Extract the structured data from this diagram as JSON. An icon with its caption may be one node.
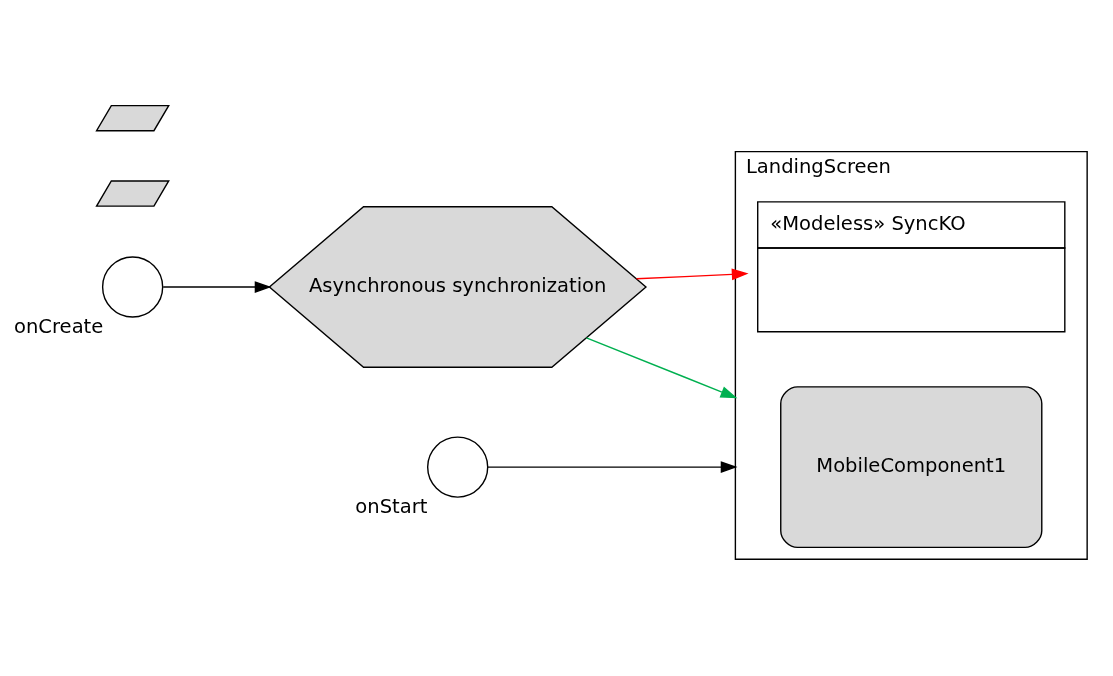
{
  "diagram": {
    "nodes": [
      {
        "text": [
          "LandingScreen"
        ]
      },
      {
        "text": [
          "MobileComponent1"
        ],
        "in": 0
      },
      {
        "text": [
          "«Modeless» SyncKO"
        ],
        "in": 0
      },
      {
        "text": [],
        "shape": "circle",
        "beside": [
          "onCreate"
        ]
      },
      {
        "text": [],
        "shape": "parallelogram"
      },
      {
        "text": [
          "Asynchronous synchronization"
        ]
      },
      {
        "text": [],
        "shape": "parallelogram"
      },
      {
        "text": [],
        "shape": "circle",
        "beside": [
          "onStart"
        ]
      }
    ],
    "edges": [
      {
        "from": 3,
        "to": 5,
        "arrow": "to"
      },
      {
        "from": 5,
        "to": 0,
        "arrow": "to",
        "color": "#00b050"
      },
      {
        "from": 7,
        "to": 0,
        "arrow": "to"
      },
      {
        "from": 5,
        "to": 2,
        "arrow": "to",
        "color": "#ff0000"
      }
    ]
  }
}
